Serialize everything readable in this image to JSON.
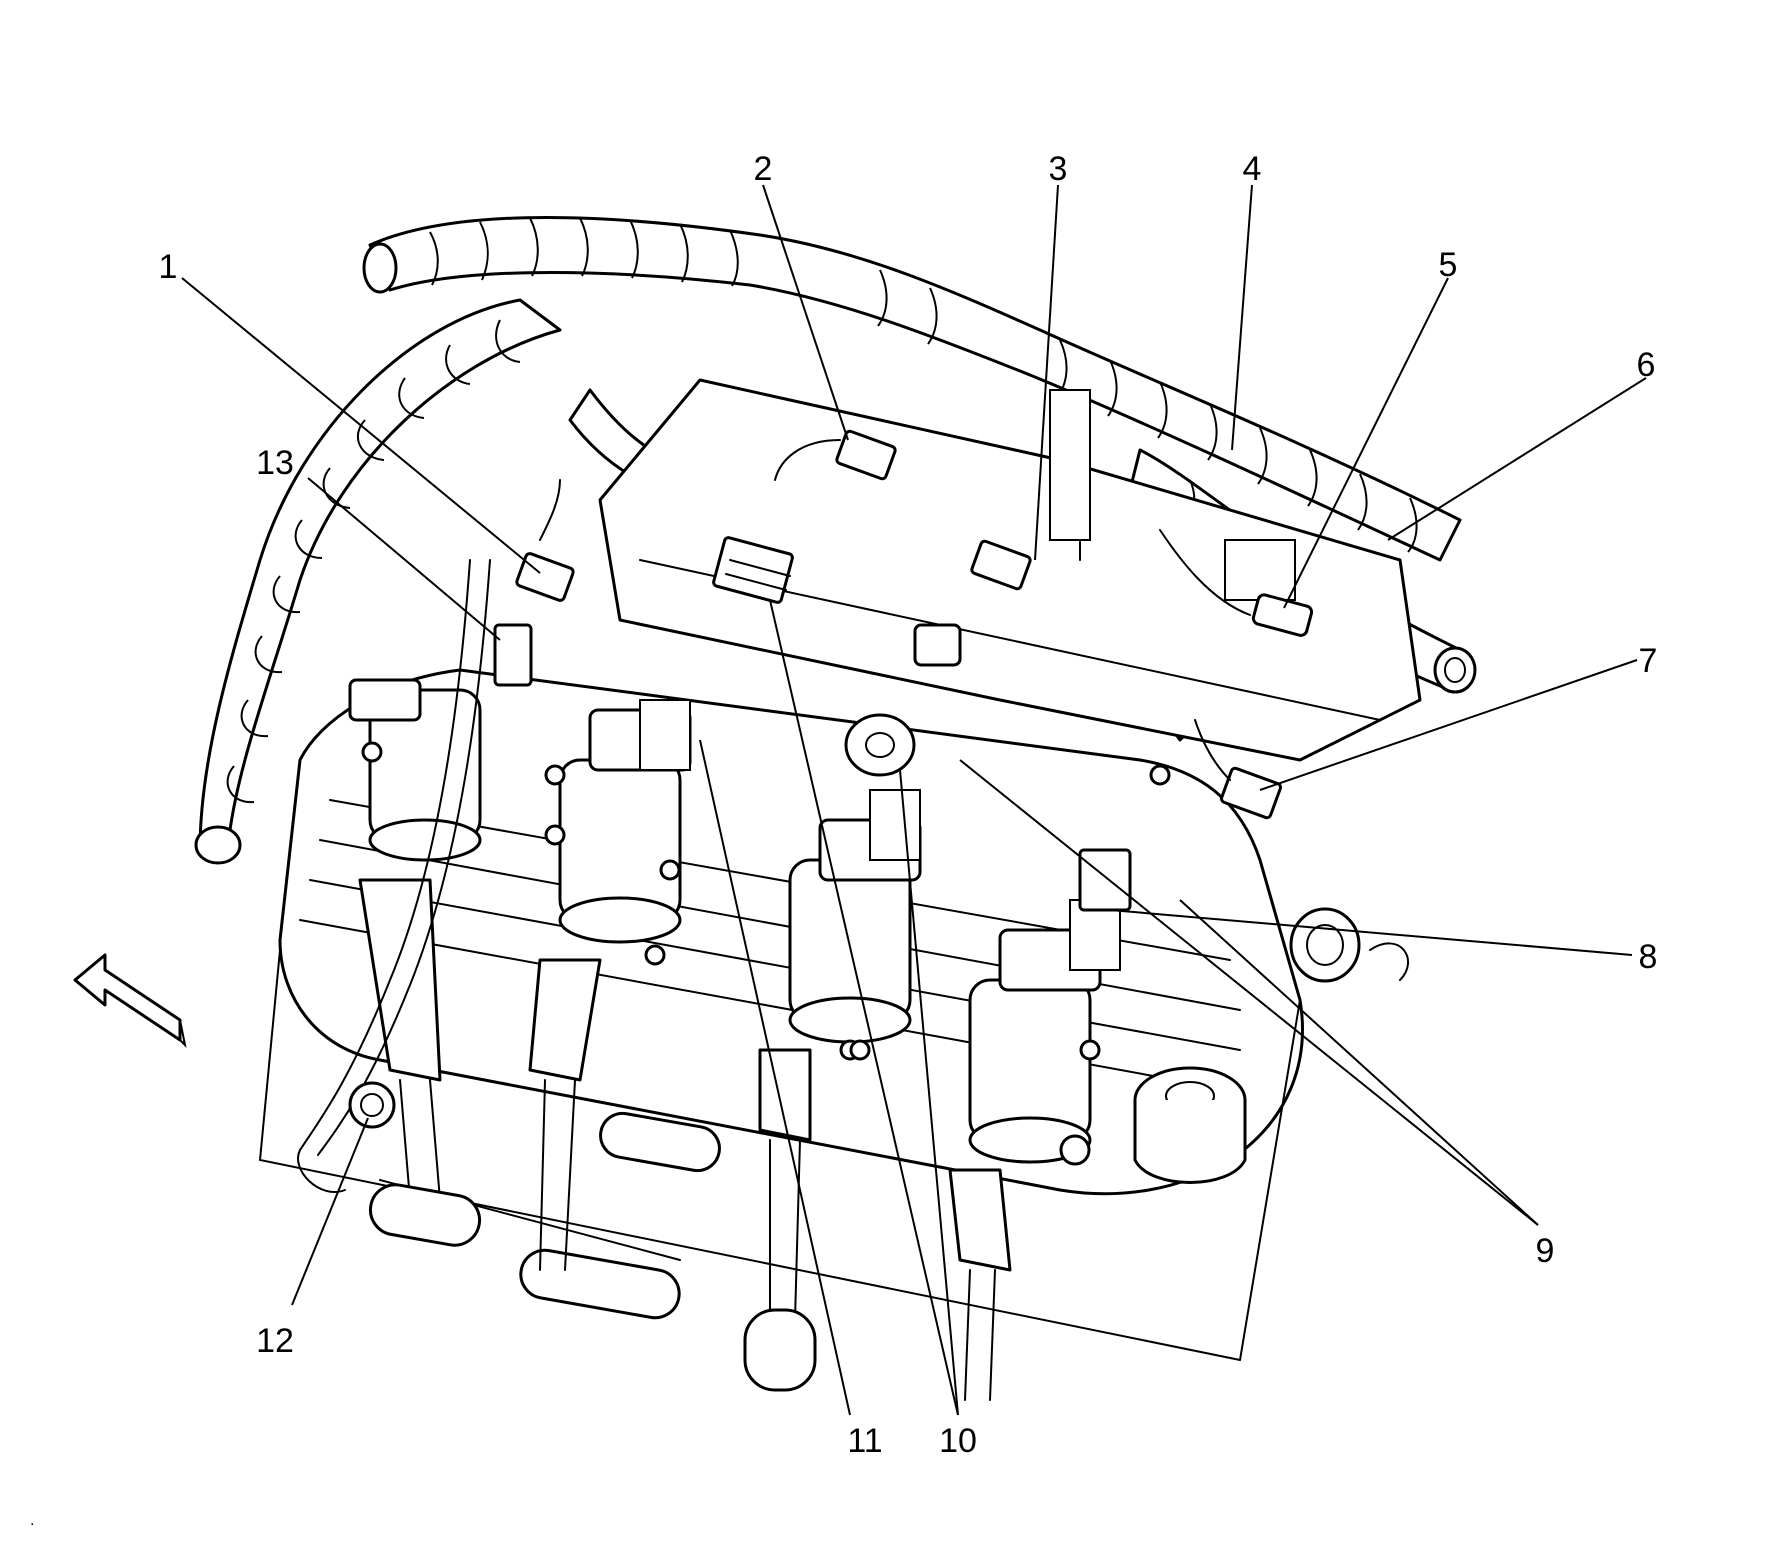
{
  "callouts": [
    {
      "id": "1",
      "label": "1"
    },
    {
      "id": "2",
      "label": "2"
    },
    {
      "id": "3",
      "label": "3"
    },
    {
      "id": "4",
      "label": "4"
    },
    {
      "id": "5",
      "label": "5"
    },
    {
      "id": "6",
      "label": "6"
    },
    {
      "id": "7",
      "label": "7"
    },
    {
      "id": "8",
      "label": "8"
    },
    {
      "id": "9",
      "label": "9"
    },
    {
      "id": "10",
      "label": "10"
    },
    {
      "id": "11",
      "label": "11"
    },
    {
      "id": "12",
      "label": "12"
    },
    {
      "id": "13",
      "label": "13"
    }
  ],
  "footer_mark": "."
}
